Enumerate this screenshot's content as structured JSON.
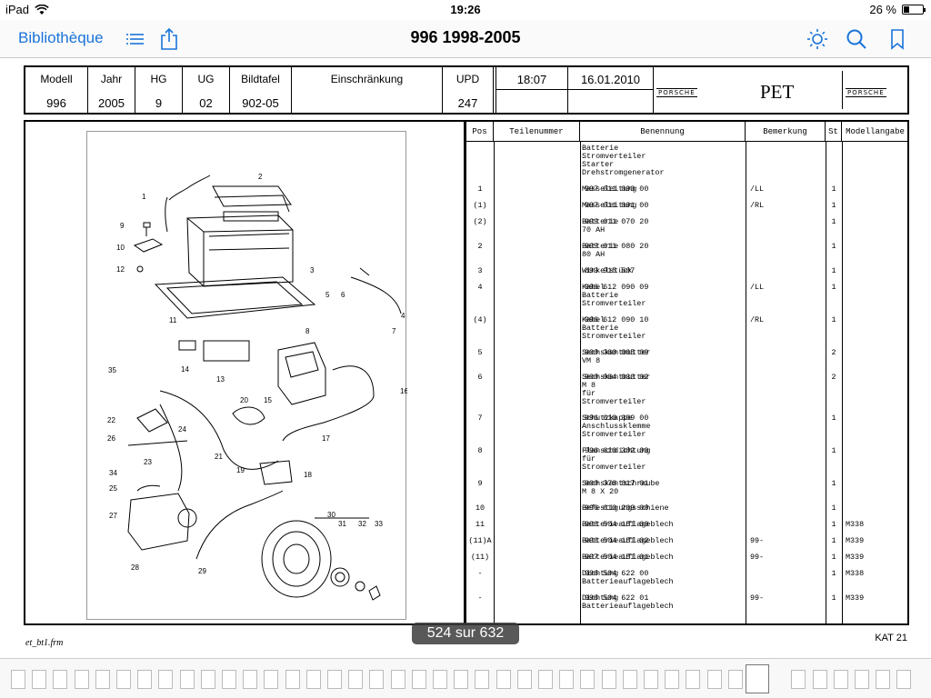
{
  "status_bar": {
    "carrier": "iPad",
    "time": "19:26",
    "battery": "26 %"
  },
  "nav": {
    "back_label": "Bibliothèque",
    "title": "996  1998-2005",
    "icons": [
      "list-icon",
      "share-icon",
      "brightness-icon",
      "search-icon",
      "bookmark-icon"
    ],
    "accent_color": "#1a73d9"
  },
  "header": {
    "columns": [
      {
        "label": "Modell",
        "value": "996"
      },
      {
        "label": "Jahr",
        "value": "2005"
      },
      {
        "label": "HG",
        "value": "9"
      },
      {
        "label": "UG",
        "value": "02"
      },
      {
        "label": "Bildtafel",
        "value": "902-05"
      },
      {
        "label": "Einschränkung",
        "value": ""
      },
      {
        "label": "UPD",
        "value": "247"
      }
    ],
    "time": "18:07",
    "date": "16.01.2010",
    "brand_left": "PORSCHE",
    "pet": "PET",
    "brand_right": "PORSCHE"
  },
  "parts_table": {
    "headers": [
      "Pos",
      "Teilenummer",
      "Benennung",
      "Bemerkung",
      "St",
      "Modellangabe"
    ],
    "rows": [
      {
        "pos": "",
        "nr": "",
        "ben": [
          "Batterie",
          "Stromverteiler",
          "Starter",
          "Drehstromgenerator"
        ],
        "bem": "",
        "st": "",
        "mod": ""
      },
      {
        "pos": "1",
        "nr": "997 611 090 00",
        "ben": [
          "Masseleitung"
        ],
        "bem": "/LL",
        "st": "1",
        "mod": ""
      },
      {
        "pos": "(1)",
        "nr": "997 611 091 00",
        "ben": [
          "Masseleitung"
        ],
        "bem": "/RL",
        "st": "1",
        "mod": ""
      },
      {
        "pos": "(2)",
        "nr": "999 611 070 20",
        "ben": [
          "Batterie",
          "70 AH"
        ],
        "bem": "",
        "st": "1",
        "mod": ""
      },
      {
        "pos": "2",
        "nr": "999 611 080 20",
        "ben": [
          "Batterie",
          "80 AH"
        ],
        "bem": "",
        "st": "1",
        "mod": ""
      },
      {
        "pos": "3",
        "nr": "893 915 507",
        "ben": [
          "Winkelstück"
        ],
        "bem": "",
        "st": "1",
        "mod": ""
      },
      {
        "pos": "4",
        "nr": "996 612 090 09",
        "ben": [
          "Kabel",
          "Batterie",
          "Stromverteiler"
        ],
        "bem": "/LL",
        "st": "1",
        "mod": ""
      },
      {
        "pos": "(4)",
        "nr": "996 612 090 10",
        "ben": [
          "Kabel",
          "Batterie",
          "Stromverteiler"
        ],
        "bem": "/RL",
        "st": "1",
        "mod": ""
      },
      {
        "pos": "5",
        "nr": "900 380 005 09",
        "ben": [
          "Sechskantmutter",
          "VM 8"
        ],
        "bem": "",
        "st": "2",
        "mod": ""
      },
      {
        "pos": "6",
        "nr": "900 084 030 02",
        "ben": [
          "Sechskantmutter",
          "M 8",
          "für",
          "Stromverteiler"
        ],
        "bem": "",
        "st": "2",
        "mod": ""
      },
      {
        "pos": "7",
        "nr": "996 610 309 00",
        "ben": [
          "Schutzkappe",
          "Anschlussklemme",
          "Stromverteiler"
        ],
        "bem": "",
        "st": "1",
        "mod": ""
      },
      {
        "pos": "8",
        "nr": "996 610 302 00",
        "ben": [
          "Flanschdichtung",
          "für",
          "Stromverteiler"
        ],
        "bem": "",
        "st": "1",
        "mod": ""
      },
      {
        "pos": "9",
        "nr": "900 378 017 01",
        "ben": [
          "Sechskantschraube",
          "M 8 X 20"
        ],
        "bem": "",
        "st": "1",
        "mod": ""
      },
      {
        "pos": "10",
        "nr": "996 610 209 00",
        "ben": [
          "Befestigungsschiene"
        ],
        "bem": "",
        "st": "1",
        "mod": ""
      },
      {
        "pos": "11",
        "nr": "996 504 151 00",
        "ben": [
          "Batterieauflageblech"
        ],
        "bem": "",
        "st": "1",
        "mod": "M338"
      },
      {
        "pos": "(11)A",
        "nr": "996 504 151 02",
        "ben": [
          "Batterieauflageblech"
        ],
        "bem": "99-",
        "st": "1",
        "mod": "M339"
      },
      {
        "pos": "(11)",
        "nr": "997 504 151 01",
        "ben": [
          "Batterieauflageblech"
        ],
        "bem": "99-",
        "st": "1",
        "mod": "M339"
      },
      {
        "pos": "-",
        "nr": "996 504 622 00",
        "ben": [
          "Dichtung",
          "Batterieauflageblech"
        ],
        "bem": "",
        "st": "1",
        "mod": "M338"
      },
      {
        "pos": "-",
        "nr": "996 504 622 01",
        "ben": [
          "Dichtung",
          "Batterieauflageblech"
        ],
        "bem": "99-",
        "st": "1",
        "mod": "M339"
      }
    ]
  },
  "diagram_callouts": [
    "1",
    "2",
    "3",
    "4",
    "5",
    "6",
    "7",
    "8",
    "9",
    "10",
    "11",
    "12",
    "13",
    "14",
    "15",
    "16",
    "17",
    "18",
    "19",
    "20",
    "21",
    "22",
    "23",
    "24",
    "25",
    "26",
    "27",
    "28",
    "29",
    "30",
    "31",
    "32",
    "33",
    "34",
    "35"
  ],
  "footer": {
    "file": "et_bt1.frm",
    "page_indicator": "524 sur 632",
    "catalog": "KAT 21"
  }
}
